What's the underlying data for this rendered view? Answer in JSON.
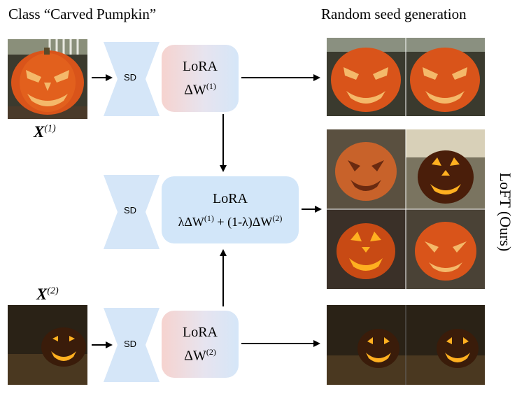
{
  "header": {
    "left_title": "Class “Carved Pumpkin”",
    "right_title": "Random seed generation"
  },
  "inputs": {
    "x1_label": "X",
    "x1_sup": "(1)",
    "x2_label": "X",
    "x2_sup": "(2)"
  },
  "sd_label": "SD",
  "lora": {
    "top": {
      "title": "LoRA",
      "formula_prefix": "ΔW",
      "formula_sup": "(1)"
    },
    "middle": {
      "title": "LoRA",
      "part1": "λΔW",
      "sup1": "(1)",
      "part2": " + (1-λ)ΔW",
      "sup2": "(2)"
    },
    "bottom": {
      "title": "LoRA",
      "formula_prefix": "ΔW",
      "formula_sup": "(2)"
    }
  },
  "side_label": "LoFT (Ours)",
  "colors": {
    "sd_block": "#d5e6f8",
    "lora_mid": "#d2e6f9",
    "lora_grad_start": "#f6d3cf",
    "lora_grad_end": "#d5e6f8"
  }
}
